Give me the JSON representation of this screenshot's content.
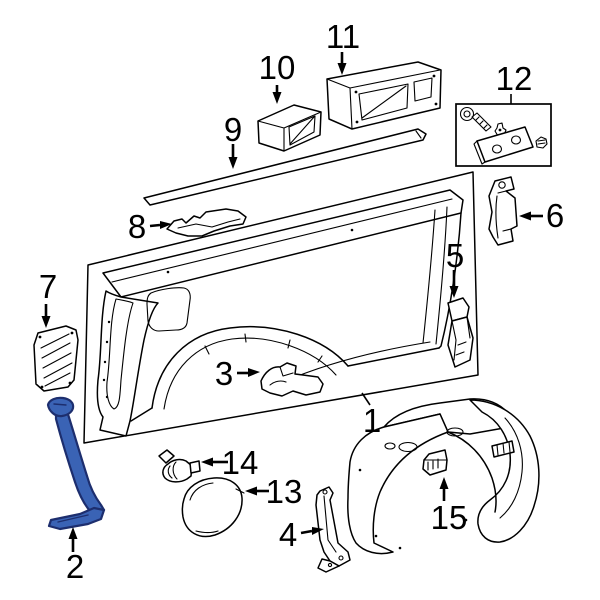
{
  "diagram": {
    "background_color": "#ffffff",
    "line_color": "#000000",
    "highlight_color": "#3a63b5",
    "highlight_outline_color": "#1d2e6e",
    "highlighted_part": "2"
  },
  "parts": [
    {
      "number": "1"
    },
    {
      "number": "2"
    },
    {
      "number": "3"
    },
    {
      "number": "4"
    },
    {
      "number": "5"
    },
    {
      "number": "6"
    },
    {
      "number": "7"
    },
    {
      "number": "8"
    },
    {
      "number": "9"
    },
    {
      "number": "10"
    },
    {
      "number": "11"
    },
    {
      "number": "12"
    },
    {
      "number": "13"
    },
    {
      "number": "14"
    },
    {
      "number": "15"
    }
  ]
}
